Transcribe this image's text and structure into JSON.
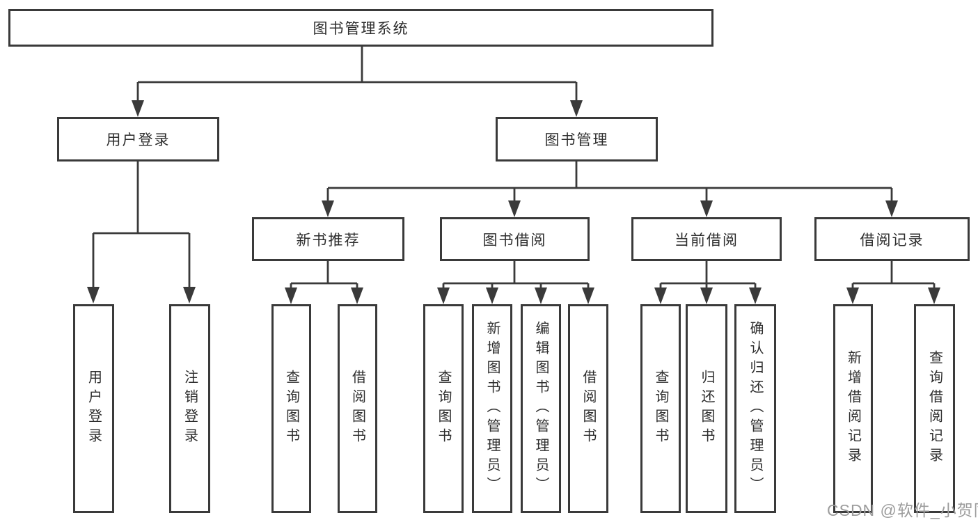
{
  "diagram": {
    "root": {
      "label": "图书管理系统"
    },
    "level2": [
      {
        "label": "用户登录"
      },
      {
        "label": "图书管理"
      }
    ],
    "level3": [
      {
        "label": "新书推荐"
      },
      {
        "label": "图书借阅"
      },
      {
        "label": "当前借阅"
      },
      {
        "label": "借阅记录"
      }
    ],
    "leaves": {
      "user_login": [
        {
          "label": "用户登录"
        },
        {
          "label": "注销登录"
        }
      ],
      "new_book": [
        {
          "label": "查询图书"
        },
        {
          "label": "借阅图书"
        }
      ],
      "book_borrow": [
        {
          "label": "查询图书"
        },
        {
          "label": "新增图书（管理员）"
        },
        {
          "label": "编辑图书（管理员）"
        },
        {
          "label": "借阅图书"
        }
      ],
      "current_borrow": [
        {
          "label": "查询图书"
        },
        {
          "label": "归还图书"
        },
        {
          "label": "确认归还（管理员）"
        }
      ],
      "borrow_record": [
        {
          "label": "新增借阅记录"
        },
        {
          "label": "查询借阅记录"
        }
      ]
    },
    "colors": {
      "line": "#3a3a3a",
      "text": "#2e2e2e",
      "background": "#ffffff",
      "watermark": "#9c9c9c"
    }
  },
  "watermark": {
    "text": "CSDN @软件_小贺同学"
  }
}
